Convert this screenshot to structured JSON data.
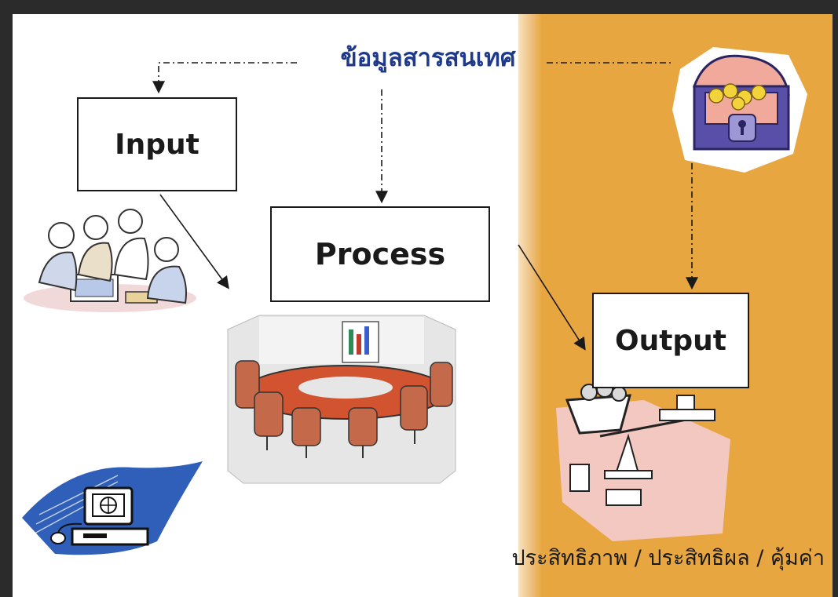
{
  "diagram": {
    "heading": "ข้อมูลสารสนเทศ",
    "nodes": {
      "input": "Input",
      "process": "Process",
      "output": "Output"
    },
    "footer": "ประสิทธิภาพ / ประสิทธิผล / คุ้มค่า"
  },
  "colors": {
    "heading": "#1f3a8a",
    "panel": "#e8a640",
    "frame": "#2b2b2b"
  },
  "icons": [
    "people-meeting-clipart",
    "conference-table-clipart",
    "treasure-chest-icon",
    "scale-icon",
    "computer-icon"
  ]
}
